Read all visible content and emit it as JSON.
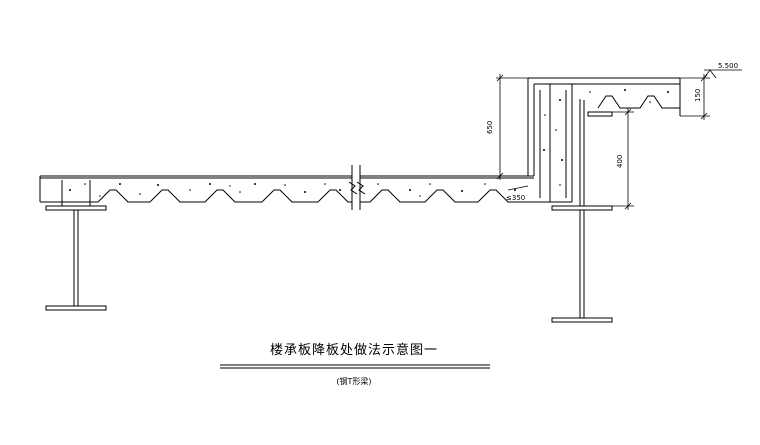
{
  "drawing": {
    "title": "楼承板降板处做法示意图一",
    "subtitle": "(钢T形梁)",
    "elevation_label": "5.500",
    "dimensions": {
      "slab_step": "650",
      "beam_offset": "400",
      "upper_slab_thickness": "150",
      "small_gap": "≤350"
    }
  },
  "colors": {
    "line": "#000000",
    "background": "#ffffff"
  }
}
